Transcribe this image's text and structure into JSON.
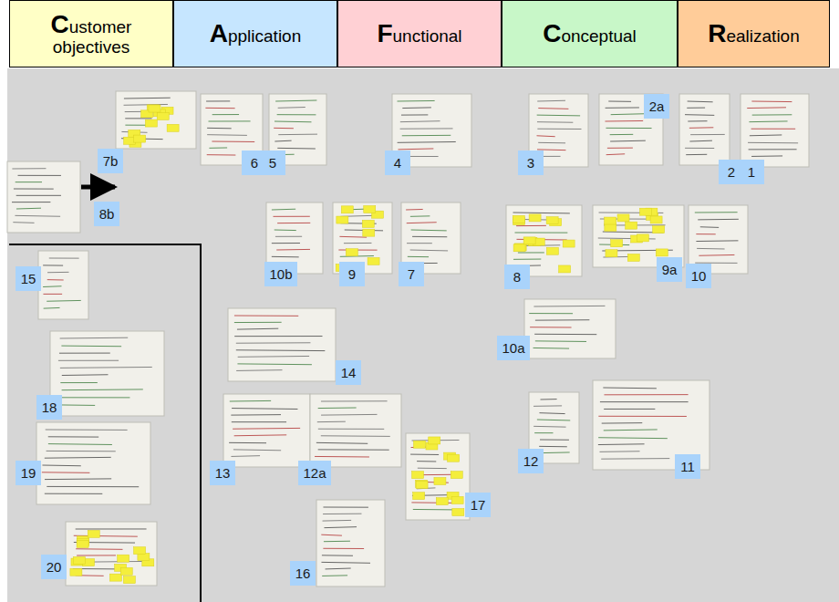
{
  "diagram": {
    "nodes": [
      {
        "text": [
          "Customer objectives"
        ]
      },
      {
        "text": [
          "Application"
        ]
      },
      {
        "text": [
          "Functional"
        ]
      },
      {
        "text": [
          "Conceptual"
        ]
      },
      {
        "text": [
          "Realization"
        ]
      },
      {
        "text": [
          "7b"
        ]
      },
      {
        "text": [
          "6"
        ]
      },
      {
        "text": [
          "5"
        ]
      },
      {
        "text": [
          "4"
        ]
      },
      {
        "text": [
          "3"
        ]
      },
      {
        "text": [
          "2a"
        ]
      },
      {
        "text": [
          "2"
        ]
      },
      {
        "text": [
          "1"
        ]
      },
      {
        "text": [
          "8b"
        ]
      },
      {
        "text": [
          "15"
        ]
      },
      {
        "text": [
          "10b"
        ]
      },
      {
        "text": [
          "9"
        ]
      },
      {
        "text": [
          "7"
        ]
      },
      {
        "text": [
          "8"
        ]
      },
      {
        "text": [
          "9a"
        ]
      },
      {
        "text": [
          "10"
        ]
      },
      {
        "text": [
          "10a"
        ]
      },
      {
        "text": [
          "14"
        ]
      },
      {
        "text": [
          "18"
        ]
      },
      {
        "text": [
          "19"
        ]
      },
      {
        "text": [
          "13"
        ]
      },
      {
        "text": [
          "12a"
        ]
      },
      {
        "text": [
          "12"
        ]
      },
      {
        "text": [
          "11"
        ]
      },
      {
        "text": [
          "17"
        ]
      },
      {
        "text": [
          "20"
        ]
      },
      {
        "text": [
          "16"
        ]
      }
    ]
  }
}
